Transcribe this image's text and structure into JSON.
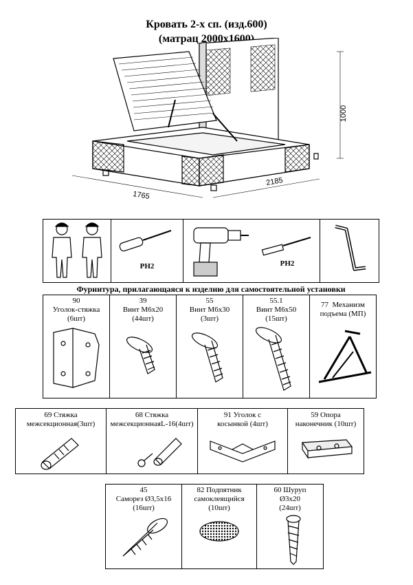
{
  "title": {
    "line1": "Кровать 2-х сп. (изд.600)",
    "line2": "(матрац 2000х1600)"
  },
  "dimensions": {
    "height": "1000",
    "length": "2185",
    "width": "1765"
  },
  "tools": {
    "screwdriver_label": "PH2",
    "bit_label": "PH2"
  },
  "fittings_title": "Фурнитура, прилагающаяся к изделию для самостоятельной установки",
  "row1": [
    {
      "num": "90",
      "name": "Уголок-стяжка",
      "qty": "(6шт)"
    },
    {
      "num": "39",
      "name": "Винт М6х20",
      "qty": "(44шт)"
    },
    {
      "num": "55",
      "name": "Винт М6х30",
      "qty": "(3шт)"
    },
    {
      "num": "55.1",
      "name": "Винт М6х50",
      "qty": "(15шт)"
    },
    {
      "num": "77",
      "name": "Механизм",
      "qty": "подъема (МП)"
    }
  ],
  "row2": [
    {
      "line1": "69 Стяжка",
      "line2": "межсекционная(3шт)"
    },
    {
      "line1": "68 Стяжка",
      "line2": "межсекционнаяL-16(4шт)"
    },
    {
      "line1": "91  Уголок с",
      "line2": "косынкой (4шт)"
    },
    {
      "line1": "59  Опора",
      "line2": "наконечник (10шт)"
    }
  ],
  "row3": [
    {
      "line1": "45",
      "line2": "Саморез Ø3,5х16",
      "line3": "(16шт)"
    },
    {
      "line1": "82 Подпятник",
      "line2": "самоклеящийся",
      "line3": "(10шт)"
    },
    {
      "line1": "60  Шуруп",
      "line2": "Ø3х20",
      "line3": "(24шт)"
    }
  ]
}
